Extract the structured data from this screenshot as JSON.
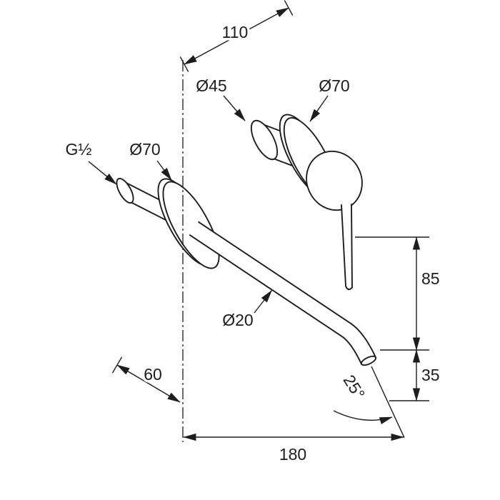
{
  "drawing": {
    "labels": {
      "dim_110": "110",
      "dia_45": "Ø45",
      "dia_70_mixer": "Ø70",
      "thread_g12": "G½",
      "dia_70_wall": "Ø70",
      "dim_85": "85",
      "dia_20": "Ø20",
      "dim_60": "60",
      "dim_35": "35",
      "angle_25": "25°",
      "dim_180": "180"
    },
    "colors": {
      "line": "#1d1d1d",
      "background": "#ffffff"
    }
  }
}
